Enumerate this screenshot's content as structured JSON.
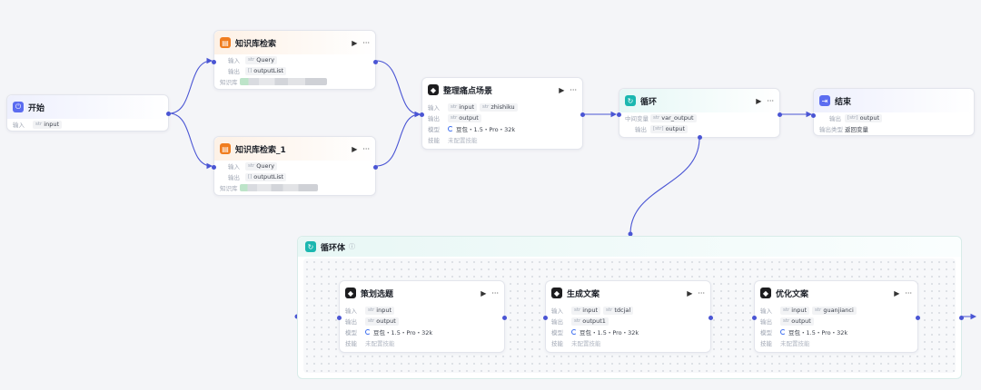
{
  "nodes": {
    "start": {
      "title": "开始",
      "in_label": "输入",
      "in_type": "str",
      "in_value": "input"
    },
    "kb1": {
      "title": "知识库检索",
      "in_label": "输入",
      "in_type": "str",
      "in_value": "Query",
      "out_label": "输出",
      "out_type": "[]",
      "out_value": "outputList",
      "kb_label": "知识库"
    },
    "kb2": {
      "title": "知识库检索_1",
      "in_label": "输入",
      "in_type": "str",
      "in_value": "Query",
      "out_label": "输出",
      "out_type": "[]",
      "out_value": "outputList",
      "kb_label": "知识库"
    },
    "pain": {
      "title": "整理痛点场景",
      "in_label": "输入",
      "in_type1": "str",
      "in_value1": "input",
      "in_type2": "str",
      "in_value2": "zhishiku",
      "out_label": "输出",
      "out_type": "str",
      "out_value": "output",
      "model_label": "模型",
      "model_value": "豆包・1.5・Pro・32k",
      "skill_label": "技能",
      "skill_value": "未配置技能"
    },
    "loop": {
      "title": "循环",
      "var_label": "中间变量",
      "var_type": "str",
      "var_value": "var_output",
      "out_label": "输出",
      "out_type": "[str]",
      "out_value": "output"
    },
    "end": {
      "title": "结束",
      "out_label": "输出",
      "out_type": "[str]",
      "out_value": "output",
      "type_label": "输出类型",
      "type_value": "返回变量"
    },
    "plan": {
      "title": "策划选题",
      "in_label": "输入",
      "in_type": "str",
      "in_value": "input",
      "out_label": "输出",
      "out_type": "str",
      "out_value": "output",
      "model_label": "模型",
      "model_value": "豆包・1.5・Pro・32k",
      "skill_label": "技能",
      "skill_value": "未配置技能"
    },
    "gen": {
      "title": "生成文案",
      "in_label": "输入",
      "in_type1": "str",
      "in_value1": "input",
      "in_type2": "str",
      "in_value2": "tdcjal",
      "out_label": "输出",
      "out_type": "str",
      "out_value": "output1",
      "model_label": "模型",
      "model_value": "豆包・1.5・Pro・32k",
      "skill_label": "技能",
      "skill_value": "未配置技能"
    },
    "opt": {
      "title": "优化文案",
      "in_label": "输入",
      "in_type1": "str",
      "in_value1": "input",
      "in_type2": "str",
      "in_value2": "guanjianci",
      "out_label": "输出",
      "out_type": "str",
      "out_value": "output",
      "model_label": "模型",
      "model_value": "豆包・1.5・Pro・32k",
      "skill_label": "技能",
      "skill_value": "未配置技能"
    }
  },
  "loop_body": {
    "title": "循环体",
    "info_icon": "ⓘ"
  },
  "actions": {
    "run": "▶",
    "more": "···"
  },
  "colors": {
    "wire": "#4a55d4",
    "kb_icon": "#f07d1f",
    "start_icon": "#5b6cf0",
    "loop_icon": "#1bb7b0",
    "llm_icon": "#1d1d1f"
  }
}
